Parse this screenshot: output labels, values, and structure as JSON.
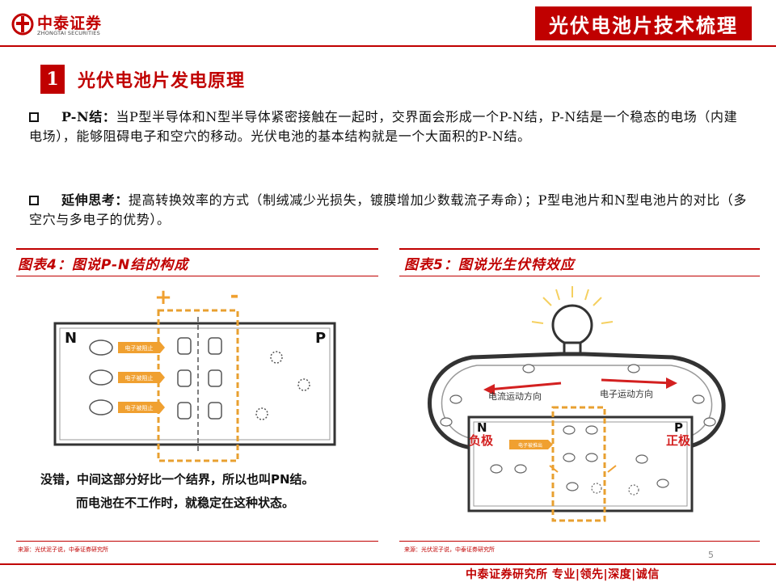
{
  "header": {
    "logo_cn": "中泰证券",
    "logo_en": "ZHONGTAI SECURITIES",
    "title": "光伏电池片技术梳理"
  },
  "section": {
    "number": "1",
    "title": "光伏电池片发电原理"
  },
  "bullets": [
    {
      "term": "P-N结：",
      "text": "当P型半导体和N型半导体紧密接触在一起时，交界面会形成一个P-N结，P-N结是一个稳态的电场（内建电场），能够阻碍电子和空穴的移动。光伏电池的基本结构就是一个大面积的P-N结。"
    },
    {
      "term": "延伸思考：",
      "text": "提高转换效率的方式（制绒减少光损失，镀膜增加少数载流子寿命）；P型电池片和N型电池片的对比（多空穴与多电子的优势）。"
    }
  ],
  "figure4": {
    "caption": "图表4：图说P-N结的构成",
    "plus": "+",
    "minus": "-",
    "label_n": "N",
    "label_p": "P",
    "arrow_label": "电子被阻止",
    "text_line1": "没错，中间这部分好比一个结界，所以也叫PN结。",
    "text_line2": "而电池在不工作时，就稳定在这种状态。",
    "source": "来源：光伏泥子说，中泰证券研究所"
  },
  "figure5": {
    "caption": "图表5：图说光生伏特效应",
    "current_label": "电流运动方向",
    "electron_label": "电子运动方向",
    "label_n": "N",
    "label_p": "P",
    "neg_label": "负极",
    "pos_label": "正极",
    "center_label": "电子被推出",
    "source": "来源：光伏泥子说，中泰证券研究所"
  },
  "page_number": "5",
  "footer": {
    "slogan": "中泰证券研究所 专业|领先|深度|诚信"
  },
  "colors": {
    "brand_red": "#c00000",
    "arrow_orange": "#f0a030",
    "junction_orange": "#e8a030"
  }
}
